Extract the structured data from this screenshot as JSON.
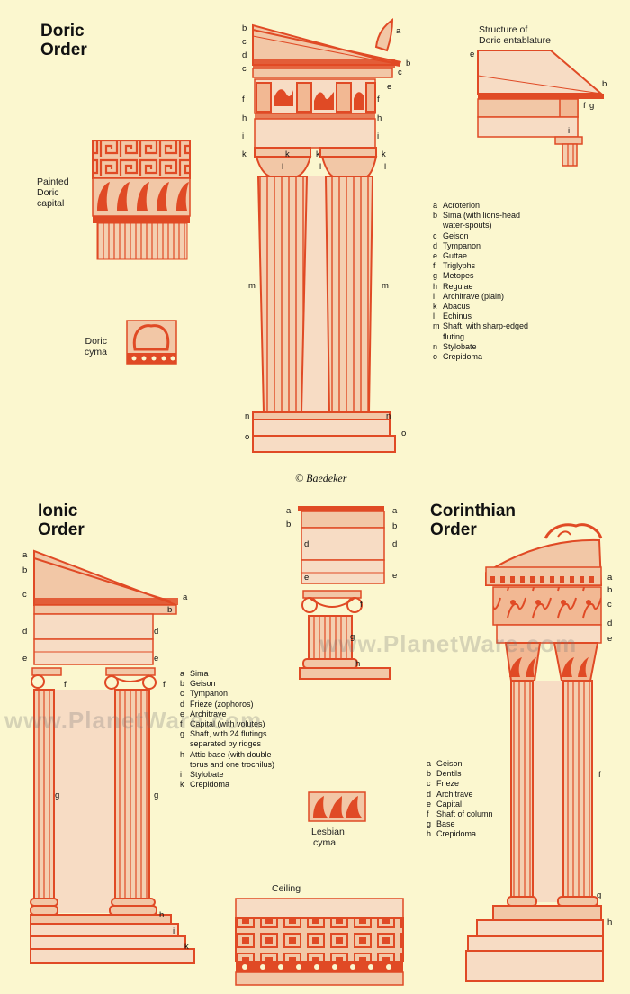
{
  "colors": {
    "background": "#fbf7cf",
    "ink": "#e04a25",
    "fill": "#f2c7a6",
    "pale": "#f7dcc4"
  },
  "doric": {
    "title_line1": "Doric",
    "title_line2": "Order",
    "painted_capital": [
      "Painted",
      "Doric",
      "capital"
    ],
    "cyma": [
      "Doric",
      "cyma"
    ],
    "entablature_title": [
      "Structure of",
      "Doric entablature"
    ],
    "legend": [
      [
        "a",
        "Acroterion"
      ],
      [
        "b",
        "Sima (with lions-head water-spouts)"
      ],
      [
        "c",
        "Geison"
      ],
      [
        "d",
        "Tympanon"
      ],
      [
        "e",
        "Guttae"
      ],
      [
        "f",
        "Triglyphs"
      ],
      [
        "g",
        "Metopes"
      ],
      [
        "h",
        "Regulae"
      ],
      [
        "i",
        "Architrave (plain)"
      ],
      [
        "k",
        "Abacus"
      ],
      [
        "l",
        "Echinus"
      ],
      [
        "m",
        "Shaft, with sharp-edged fluting"
      ],
      [
        "n",
        "Stylobate"
      ],
      [
        "o",
        "Crepidoma"
      ]
    ]
  },
  "copyright": "© Baedeker",
  "ionic": {
    "title_line1": "Ionic",
    "title_line2": "Order",
    "legend": [
      [
        "a",
        "Sima"
      ],
      [
        "b",
        "Geison"
      ],
      [
        "c",
        "Tympanon"
      ],
      [
        "d",
        "Frieze (zophoros)"
      ],
      [
        "e",
        "Architrave"
      ],
      [
        "f",
        "Capital (with volutes)"
      ],
      [
        "g",
        "Shaft, with 24 flutings separated by ridges"
      ],
      [
        "h",
        "Attic base (with double torus and one trochilus)"
      ],
      [
        "i",
        "Stylobate"
      ],
      [
        "k",
        "Crepidoma"
      ]
    ]
  },
  "lesbian_cyma": [
    "Lesbian",
    "cyma"
  ],
  "ceiling": "Ceiling",
  "corinthian": {
    "title_line1": "Corinthian",
    "title_line2": "Order",
    "legend": [
      [
        "a",
        "Geison"
      ],
      [
        "b",
        "Dentils"
      ],
      [
        "c",
        "Frieze"
      ],
      [
        "d",
        "Architrave"
      ],
      [
        "e",
        "Capital"
      ],
      [
        "f",
        "Shaft of column"
      ],
      [
        "g",
        "Base"
      ],
      [
        "h",
        "Crepidoma"
      ]
    ]
  },
  "watermark": "www.PlanetWare.com",
  "watermark2": "www.PlanetWare.com"
}
